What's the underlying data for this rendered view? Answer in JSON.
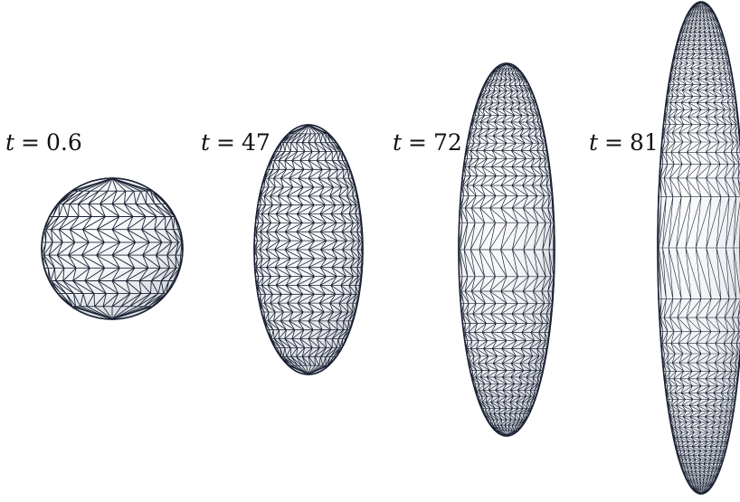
{
  "figure": {
    "panels": [
      {
        "t_symbol": "t",
        "equals": "=",
        "value": "0.6",
        "mesh": "coarse sphere"
      },
      {
        "t_symbol": "t",
        "equals": "=",
        "value": "47",
        "mesh": "prolate ellipsoid"
      },
      {
        "t_symbol": "t",
        "equals": "=",
        "value": "72",
        "mesh": "elongated ellipsoid"
      },
      {
        "t_symbol": "t",
        "equals": "=",
        "value": "81",
        "mesh": "spindle with refined tips"
      }
    ],
    "colors": {
      "face": "#eef0f3",
      "shade": "#c9ccd2",
      "edge": "#1b2233"
    }
  }
}
